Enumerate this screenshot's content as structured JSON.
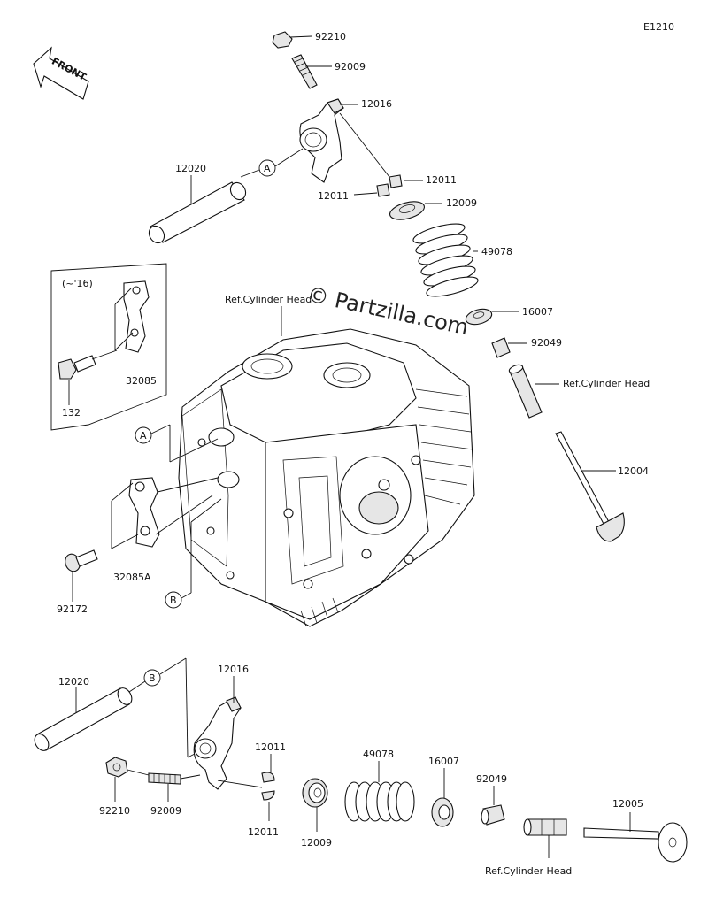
{
  "diagram_code": "E1210",
  "watermark": "© Partzilla.com",
  "front_label": "FRONT",
  "ref_labels": {
    "cylinder_head_top": "Ref.Cylinder Head",
    "cylinder_head_right": "Ref.Cylinder Head",
    "cylinder_head_bottom": "Ref.Cylinder Head"
  },
  "inset_label": "(~'16)",
  "callouts": {
    "A": "A",
    "B": "B"
  },
  "parts": {
    "p92210_top": "92210",
    "p92009_top": "92009",
    "p12016_top": "12016",
    "p12020_top": "12020",
    "p12011_top_right": "12011",
    "p12011_top_left": "12011",
    "p12009_top": "12009",
    "p49078_top": "49078",
    "p16007_top": "16007",
    "p92049_top": "92049",
    "p12004": "12004",
    "p32085": "32085",
    "p132": "132",
    "p32085A": "32085A",
    "p92172": "92172",
    "p12020_bottom": "12020",
    "p12016_bottom": "12016",
    "p12011_bottom_upper": "12011",
    "p12011_bottom_lower": "12011",
    "p92210_bottom": "92210",
    "p92009_bottom": "92009",
    "p12009_bottom": "12009",
    "p49078_bottom": "49078",
    "p16007_bottom": "16007",
    "p92049_bottom": "92049",
    "p12005": "12005"
  }
}
